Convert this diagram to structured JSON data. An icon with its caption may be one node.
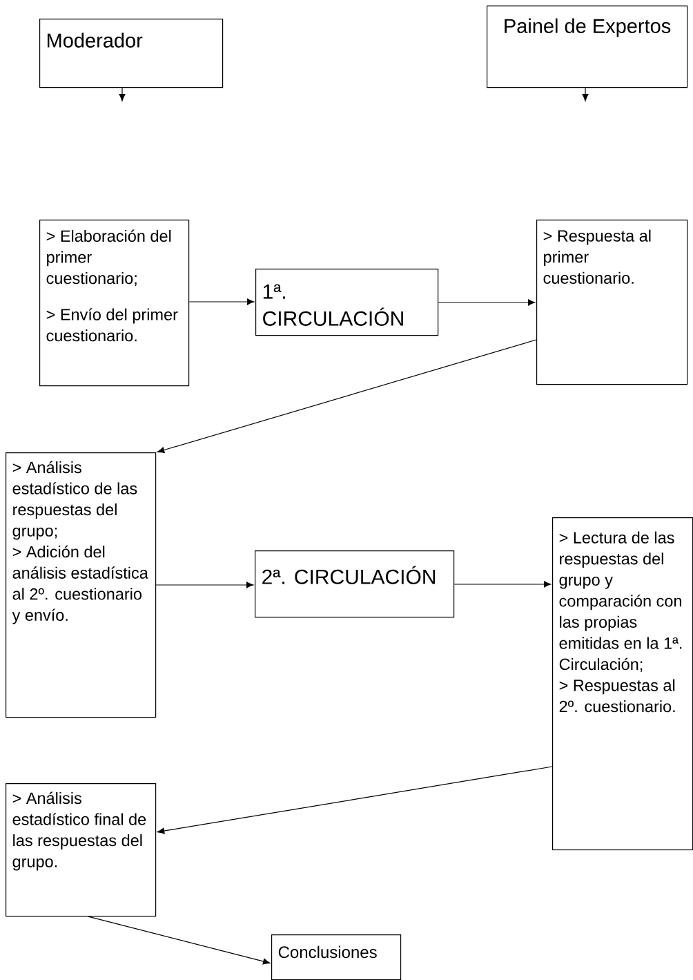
{
  "diagram": {
    "nodes": [
      {
        "text": [
          "Moderador"
        ]
      },
      {
        "text": [
          "Painel de Expertos"
        ]
      },
      {
        "text": [
          "> Elaboración del primer cuestionario;",
          "> Envío del primer cuestionario."
        ]
      },
      {
        "text": [
          "1ª. CIRCULACIÓN"
        ]
      },
      {
        "text": [
          "> Respuesta al primer cuestionario."
        ]
      },
      {
        "text": [
          "> Análisis estadístico de las respuestas del grupo;",
          "> Adición del análisis estadística al 2º. cuestionario y envío."
        ]
      },
      {
        "text": [
          "2ª. CIRCULACIÓN"
        ]
      },
      {
        "text": [
          "> Lectura de las respuestas del grupo y comparación con las propias emitidas en la 1ª. Circulación;",
          "> Respuestas al 2º. cuestionario."
        ]
      },
      {
        "text": [
          "> Análisis estadístico final de las respuestas del grupo."
        ]
      },
      {
        "text": [
          "Conclusiones"
        ]
      }
    ],
    "edges": [
      {
        "from": 0,
        "to": null,
        "arrow": "to"
      },
      {
        "from": 1,
        "to": null,
        "arrow": "to"
      },
      {
        "from": 2,
        "to": 3,
        "arrow": "to"
      },
      {
        "from": 3,
        "to": 4,
        "arrow": "to"
      },
      {
        "from": 4,
        "to": 5,
        "arrow": "to"
      },
      {
        "from": 5,
        "to": 6,
        "arrow": "to"
      },
      {
        "from": 6,
        "to": 7,
        "arrow": "to"
      },
      {
        "from": 7,
        "to": 8,
        "arrow": "to"
      },
      {
        "from": 8,
        "to": 9,
        "arrow": "to"
      }
    ]
  }
}
